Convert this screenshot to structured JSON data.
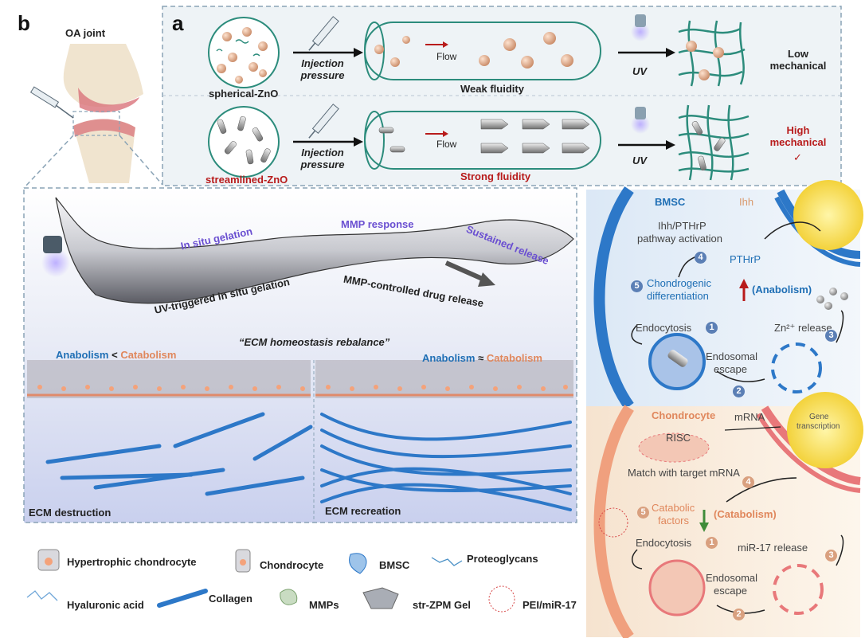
{
  "panel_b": {
    "letter": "b",
    "title": "OA joint"
  },
  "panel_a": {
    "letter": "a",
    "row1": {
      "particle_label": "spherical-ZnO",
      "injection_label": "Injection pressure",
      "flow_label": "Flow",
      "fluidity_label": "Weak fluidity",
      "uv_label": "UV",
      "outcome_label": "Low mechanical"
    },
    "row2": {
      "particle_label": "streamlined-ZnO",
      "injection_label": "Injection pressure",
      "flow_label": "Flow",
      "fluidity_label": "Strong fluidity",
      "uv_label": "UV",
      "outcome_label": "High mechanical",
      "check": "✓"
    }
  },
  "gel_band": {
    "in_situ": "In situ gelation",
    "mmp_response": "MMP response",
    "sustained": "Sustained release",
    "uv_triggered": "UV-triggered in situ gelation",
    "mmp_release": "MMP-controlled drug release"
  },
  "ecm": {
    "rebalance": "“ECM homeostasis rebalance”",
    "left_anabolism": "Anabolism",
    "left_op": "<",
    "left_catabolism": "Catabolism",
    "right_anabolism": "Anabolism",
    "right_op": "≈",
    "right_catabolism": "Catabolism",
    "destruction": "ECM destruction",
    "recreation": "ECM recreation"
  },
  "bmsc": {
    "title": "BMSC",
    "ihh": "Ihh",
    "pathway": "Ihh/PTHrP",
    "pathway2": "pathway activation",
    "pthrp": "PTHrP",
    "chondro1": "Chondrogenic",
    "chondro2": "differentiation",
    "anabolism": "(Anabolism)",
    "endocytosis": "Endocytosis",
    "zn_release": "Zn²⁺ release",
    "endosomal1": "Endosomal",
    "endosomal2": "escape",
    "steps": [
      "1",
      "2",
      "3",
      "4",
      "5"
    ]
  },
  "chondrocyte": {
    "title": "Chondrocyte",
    "mrna": "mRNA",
    "gene": "Gene",
    "transcription": "transcription",
    "risc": "RISC",
    "match": "Match with target mRNA",
    "catabolic1": "Catabolic",
    "catabolic2": "factors",
    "catabolism": "(Catabolism)",
    "endocytosis": "Endocytosis",
    "mir_release": "miR-17 release",
    "endosomal1": "Endosomal",
    "endosomal2": "escape",
    "steps": [
      "1",
      "2",
      "3",
      "4",
      "5"
    ]
  },
  "legend": {
    "hypertrophic": "Hypertrophic chondrocyte",
    "chondrocyte": "Chondrocyte",
    "bmsc": "BMSC",
    "proteoglycans": "Proteoglycans",
    "hyaluronic": "Hyaluronic acid",
    "collagen": "Collagen",
    "mmps": "MMPs",
    "gel": "str-ZPM Gel",
    "pei": "PEI/miR-17"
  },
  "colors": {
    "accent_red": "#b81b1b",
    "bmsc_blue": "#1f6fb5",
    "chondro_orange": "#e0875c",
    "panel_a_bg": "#eef3f6",
    "bmsc_bg": "#e7f0f9",
    "chondro_bg": "#fbf0e3"
  }
}
